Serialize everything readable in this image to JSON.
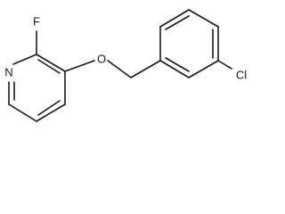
{
  "molecule": {
    "atoms": {
      "fluorine": "F",
      "nitrogen": "N",
      "oxygen": "O",
      "chlorine": "Cl"
    }
  }
}
